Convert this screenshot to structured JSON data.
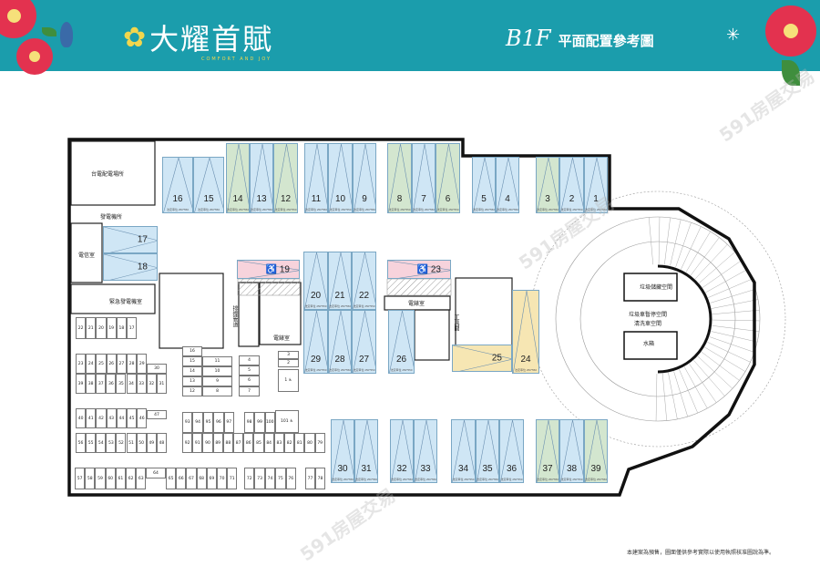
{
  "header": {
    "brand_name": "大耀首賦",
    "brand_tagline": "COMFORT AND JOY",
    "floor": "B1F",
    "plan_title": "平面配置參考圖",
    "colors": {
      "banner": "#1b9dac",
      "logo": "#f2d64d",
      "flower": "#e3324f"
    }
  },
  "watermark": "591房屋交易",
  "rooms": {
    "power_company": "台電配電場所",
    "generator_room": "發電機所",
    "telecom": "電信室",
    "emergency_generator": "緊急發電機室",
    "smoke_duct": "排煙管道",
    "meter_room_1": "電錶室",
    "meter_room_2": "電錶室",
    "tool_room": "工具間",
    "garbage_storage": "垃圾儲藏空間",
    "garbage_truck": "垃圾車暫停空間",
    "truck_wash": "清洗車空間",
    "water_tank": "水箱"
  },
  "stall_spec": "法定車位 250*550",
  "stall_colors": {
    "blue": "#cfe6f5",
    "green": "#d3e6cf",
    "pink": "#f7d3dc",
    "yellow": "#f6e6b3"
  },
  "car_stalls": [
    {
      "no": "16",
      "color": "blue"
    },
    {
      "no": "15",
      "color": "blue"
    },
    {
      "no": "14",
      "color": "green"
    },
    {
      "no": "13",
      "color": "blue"
    },
    {
      "no": "12",
      "color": "green"
    },
    {
      "no": "11",
      "color": "blue"
    },
    {
      "no": "10",
      "color": "blue"
    },
    {
      "no": "9",
      "color": "blue"
    },
    {
      "no": "8",
      "color": "green"
    },
    {
      "no": "7",
      "color": "blue"
    },
    {
      "no": "6",
      "color": "green"
    },
    {
      "no": "5",
      "color": "blue"
    },
    {
      "no": "4",
      "color": "blue"
    },
    {
      "no": "3",
      "color": "green"
    },
    {
      "no": "2",
      "color": "blue"
    },
    {
      "no": "1",
      "color": "blue"
    },
    {
      "no": "17",
      "color": "blue"
    },
    {
      "no": "18",
      "color": "blue"
    },
    {
      "no": "19",
      "color": "pink",
      "accessible": true
    },
    {
      "no": "23",
      "color": "pink",
      "accessible": true
    },
    {
      "no": "20",
      "color": "blue"
    },
    {
      "no": "21",
      "color": "blue"
    },
    {
      "no": "22",
      "color": "blue"
    },
    {
      "no": "29",
      "color": "blue"
    },
    {
      "no": "28",
      "color": "blue"
    },
    {
      "no": "27",
      "color": "blue"
    },
    {
      "no": "26",
      "color": "blue"
    },
    {
      "no": "24",
      "color": "yellow"
    },
    {
      "no": "25",
      "color": "yellow"
    },
    {
      "no": "30",
      "color": "blue"
    },
    {
      "no": "31",
      "color": "blue"
    },
    {
      "no": "32",
      "color": "blue"
    },
    {
      "no": "33",
      "color": "blue"
    },
    {
      "no": "34",
      "color": "blue"
    },
    {
      "no": "35",
      "color": "blue"
    },
    {
      "no": "36",
      "color": "blue"
    },
    {
      "no": "37",
      "color": "green"
    },
    {
      "no": "38",
      "color": "blue"
    },
    {
      "no": "39",
      "color": "green"
    }
  ],
  "moto_groups": [
    [
      "22",
      "21",
      "20",
      "19",
      "18",
      "17"
    ],
    [
      "23",
      "24",
      "25",
      "26",
      "27",
      "28",
      "29"
    ],
    [
      "30"
    ],
    [
      "39",
      "38",
      "37",
      "36",
      "35",
      "34",
      "33",
      "32",
      "31"
    ],
    [
      "40",
      "41",
      "42",
      "43",
      "44",
      "45",
      "46"
    ],
    [
      "47"
    ],
    [
      "56",
      "55",
      "54",
      "53",
      "52",
      "51",
      "50",
      "49",
      "48"
    ],
    [
      "57",
      "58",
      "59",
      "60",
      "61",
      "62",
      "63"
    ],
    [
      "64"
    ],
    [
      "65",
      "66",
      "67",
      "68",
      "69",
      "70",
      "71"
    ],
    [
      "72",
      "73",
      "74",
      "75",
      "76"
    ],
    [
      "77",
      "78"
    ],
    [
      "16"
    ],
    [
      "15",
      "14",
      "13",
      "12"
    ],
    [
      "11",
      "10",
      "9",
      "8"
    ],
    [
      "4",
      "5",
      "6",
      "7"
    ],
    [
      "3",
      "2"
    ],
    [
      "1"
    ],
    [
      "93",
      "94",
      "95",
      "96",
      "97"
    ],
    [
      "98",
      "99",
      "100"
    ],
    [
      "101"
    ],
    [
      "92",
      "91",
      "90",
      "89",
      "88",
      "87",
      "86",
      "85",
      "84",
      "83",
      "82",
      "81",
      "80",
      "79"
    ]
  ],
  "footer_note": "本建案為預售，圖面僅供參考實際以使用執照核准圖說為準。"
}
